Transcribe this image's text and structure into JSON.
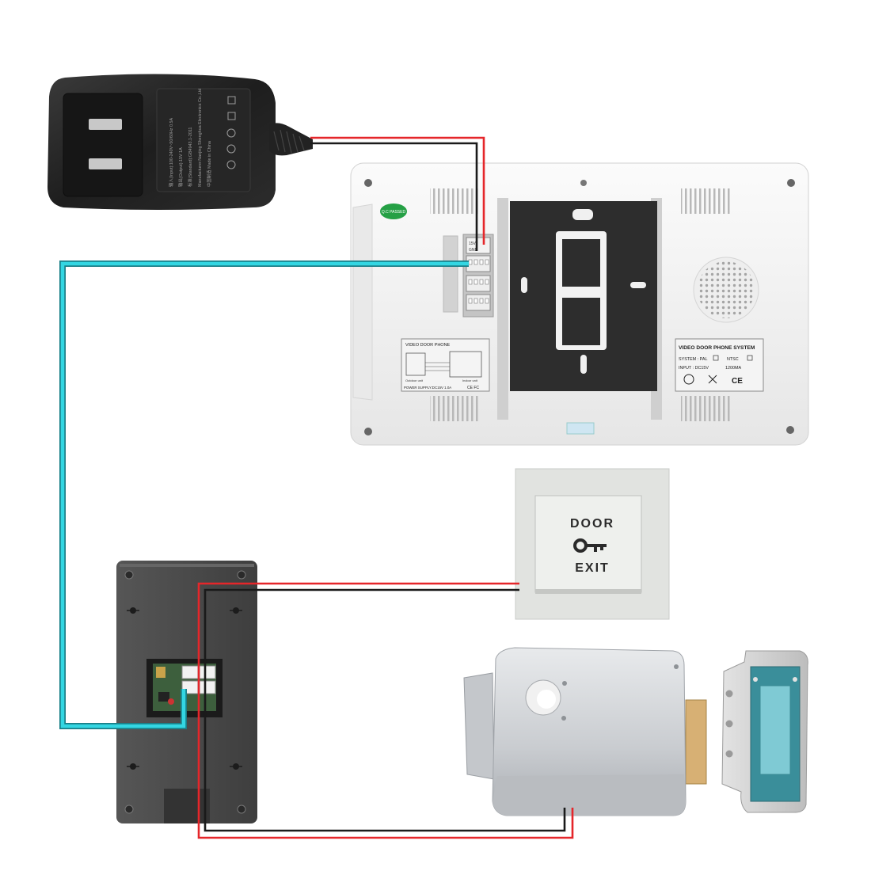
{
  "adapter": {
    "label_lines": [
      "输入(Input):100-240V~50/60Hz 0.5A",
      "输出(Output):15V 1A",
      "标准(Standard):GB4943.1-2011",
      "Manufacturer:Nanjing Shenghua Electronics Co.,Ltd",
      "中国制造 Made in China"
    ]
  },
  "monitor": {
    "qc_sticker": "Q.C PASSED",
    "port_labels": [
      "15V",
      "GND"
    ],
    "wiring_label": {
      "title": "VIDEO DOOR PHONE",
      "left_caption": "Outdoor unit",
      "right_caption": "Indoor unit",
      "footer": "POWER SUPPLY:DC15V 1.0A",
      "marks": "CE  FC"
    },
    "spec_label": {
      "title": "VIDEO DOOR PHONE SYSTEM",
      "system": "SYSTEM : PAL",
      "system_alt": "NTSC",
      "input": "INPUT  : DC15V",
      "power": "1200MA",
      "ce": "CE"
    }
  },
  "exit_button": {
    "top_text": "DOOR",
    "bottom_text": "EXIT"
  },
  "colors": {
    "power_red": "#e5262a",
    "ground_black": "#1a1a1a",
    "signal_cyan": "#33d6e2",
    "signal_cyan_outline": "#1a7f88"
  }
}
